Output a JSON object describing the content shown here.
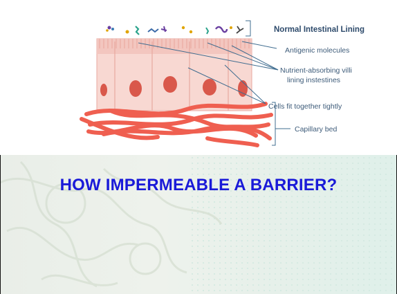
{
  "diagram": {
    "title": "Normal Intestinal Lining",
    "labels": {
      "antigenic": "Antigenic molecules",
      "villi_line1": "Nutrient-absorbing villi",
      "villi_line2": "lining instestines",
      "tight": "Cells fit together tightly",
      "capillary": "Capillary bed"
    }
  },
  "heading": "HOW IMPERMEABLE A BARRIER?",
  "colors": {
    "heading": "#1a1ad8",
    "cell_fill": "#f8d8d2",
    "cell_border": "#e7a9a0",
    "nucleus": "#d9584b",
    "capillary": "#ef5f50",
    "label_text": "#3d5b79",
    "leader_line": "#3f6c8f"
  }
}
